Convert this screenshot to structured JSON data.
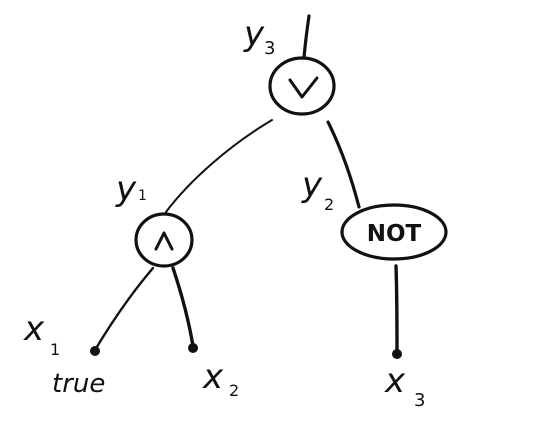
{
  "diagram": {
    "ink_color": "#111111",
    "background": "#ffffff",
    "nodes": {
      "or_gate": {
        "symbol": "∨",
        "output_var": "y",
        "output_sub": "3"
      },
      "and_gate": {
        "symbol": "∧",
        "output_var": "y",
        "output_sub": "1"
      },
      "not_gate": {
        "label": "NOT",
        "output_var": "y",
        "output_sub": "2"
      }
    },
    "leaves": {
      "x1": {
        "var": "x",
        "sub": "1",
        "value": "true"
      },
      "x2": {
        "var": "x",
        "sub": "2"
      },
      "x3": {
        "var": "x",
        "sub": "3"
      }
    }
  }
}
